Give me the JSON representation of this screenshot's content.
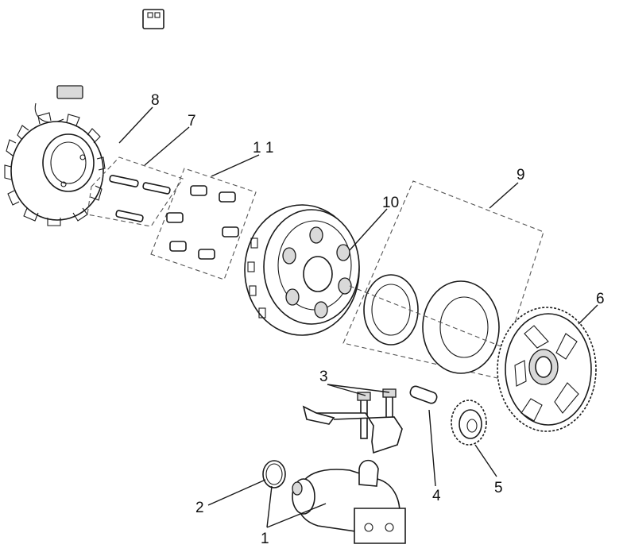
{
  "callouts": {
    "c1": "1",
    "c2": "2",
    "c3": "3",
    "c4": "4",
    "c5": "5",
    "c6": "6",
    "c7": "7",
    "c8": "8",
    "c9": "9",
    "c10": "10",
    "c11": "1 1"
  }
}
